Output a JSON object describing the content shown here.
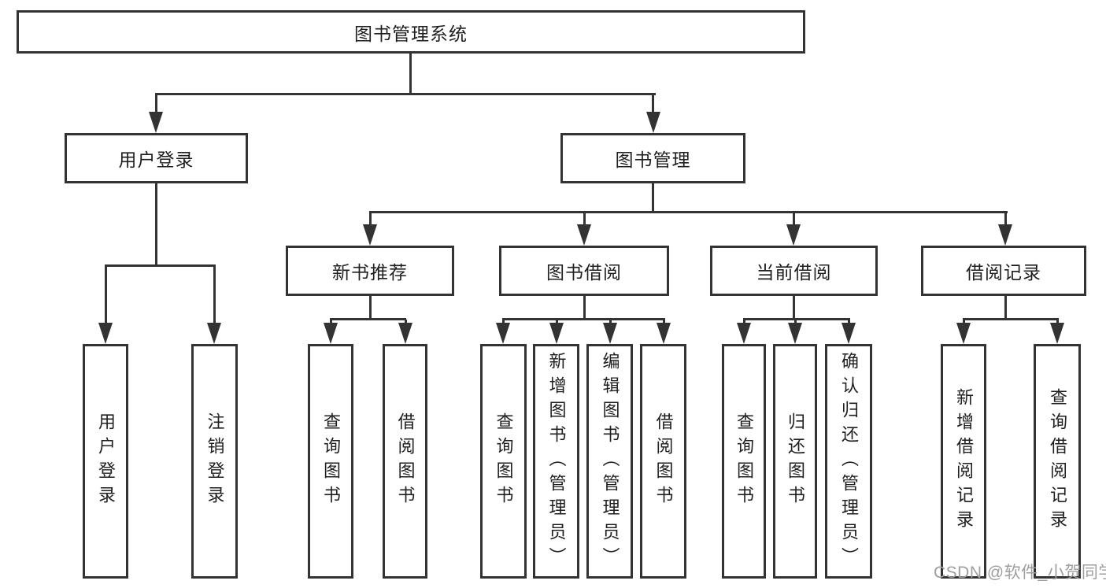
{
  "colors": {
    "line": "#333333",
    "text": "#1f1f1f",
    "watermark": "#9e9e9e",
    "background": "#ffffff"
  },
  "root": {
    "label": "图书管理系统"
  },
  "level2": {
    "user_login": {
      "label": "用户登录"
    },
    "book_management": {
      "label": "图书管理"
    }
  },
  "level3": {
    "new_book_recommend": {
      "label": "新书推荐"
    },
    "book_borrow": {
      "label": "图书借阅"
    },
    "current_borrow": {
      "label": "当前借阅"
    },
    "borrow_records": {
      "label": "借阅记录"
    }
  },
  "leaves": {
    "user_login": {
      "label": "用户登录"
    },
    "logout": {
      "label": "注销登录"
    },
    "recommend_query_books": {
      "label": "查询图书"
    },
    "recommend_borrow_books": {
      "label": "借阅图书"
    },
    "borrow_query_books": {
      "label": "查询图书"
    },
    "borrow_add_books": {
      "label": "新增图书（管理员）"
    },
    "borrow_edit_books": {
      "label": "编辑图书（管理员）"
    },
    "borrow_borrow_books": {
      "label": "借阅图书"
    },
    "current_query_books": {
      "label": "查询图书"
    },
    "current_return_books": {
      "label": "归还图书"
    },
    "current_confirm_return": {
      "label": "确认归还（管理员）"
    },
    "records_add_record": {
      "label": "新增借阅记录"
    },
    "records_query_record": {
      "label": "查询借阅记录"
    }
  },
  "watermark": {
    "label": "CSDN @软件_小贺同学"
  }
}
